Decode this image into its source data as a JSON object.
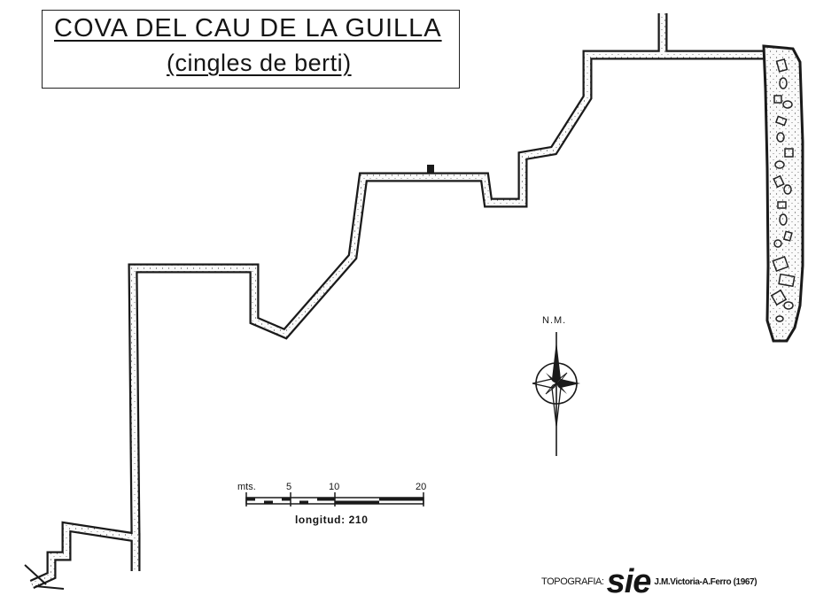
{
  "title": {
    "main": "COVA DEL CAU DE LA GUILLA",
    "sub": "(cingles de berti)"
  },
  "north_arrow": {
    "label": "N.M.",
    "icon": "compass-rose-icon"
  },
  "scale_bar": {
    "unit_label": "mts.",
    "ticks": [
      "5",
      "10",
      "20"
    ],
    "caption": "longitud: 210"
  },
  "credit": {
    "label": "TOPOGRAFIA:",
    "logo": "SIE",
    "authors": "J.M.Victoria-A.Ferro (1967)"
  }
}
